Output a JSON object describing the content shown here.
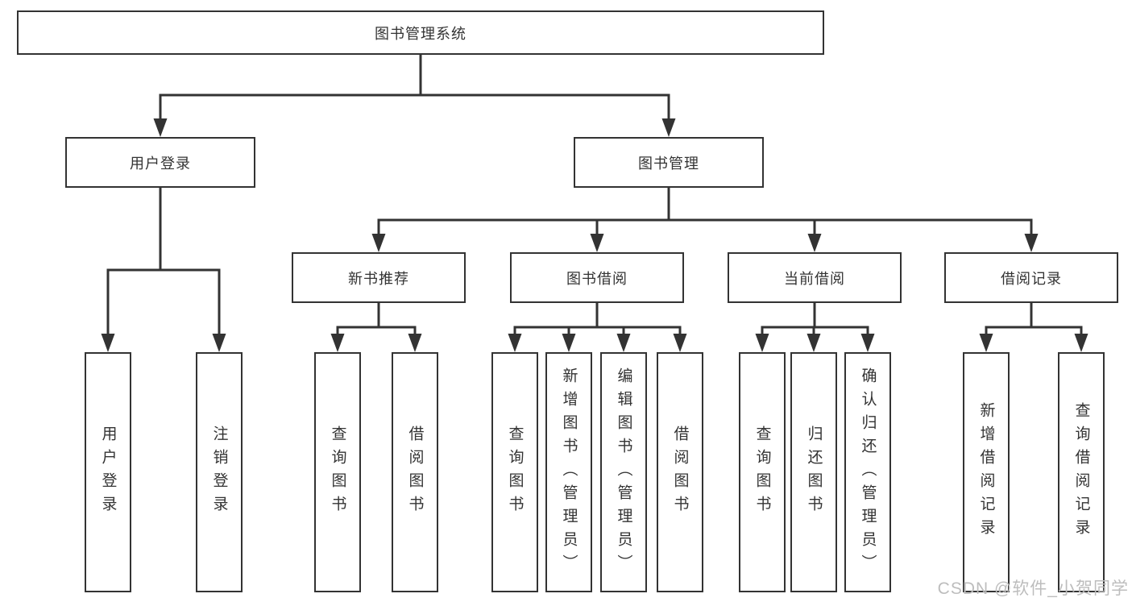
{
  "tree": {
    "root": {
      "label": "图书管理系统"
    },
    "branches": [
      {
        "label": "用户登录",
        "children": [
          {
            "label": "用户登录"
          },
          {
            "label": "注销登录"
          }
        ]
      },
      {
        "label": "图书管理",
        "children": [
          {
            "label": "新书推荐",
            "children": [
              {
                "label": "查询图书"
              },
              {
                "label": "借阅图书"
              }
            ]
          },
          {
            "label": "图书借阅",
            "children": [
              {
                "label": "查询图书"
              },
              {
                "label": "新增图书（管理员）"
              },
              {
                "label": "编辑图书（管理员）"
              },
              {
                "label": "借阅图书"
              }
            ]
          },
          {
            "label": "当前借阅",
            "children": [
              {
                "label": "查询图书"
              },
              {
                "label": "归还图书"
              },
              {
                "label": "确认归还（管理员）"
              }
            ]
          },
          {
            "label": "借阅记录",
            "children": [
              {
                "label": "新增借阅记录"
              },
              {
                "label": "查询借阅记录"
              }
            ]
          }
        ]
      }
    ]
  },
  "watermark": {
    "text": "CSDN @软件_小贺同学"
  },
  "colors": {
    "line": "#333333",
    "border": "#333333",
    "text": "#333333",
    "watermark": "#bdbdbd",
    "background": "#ffffff"
  }
}
